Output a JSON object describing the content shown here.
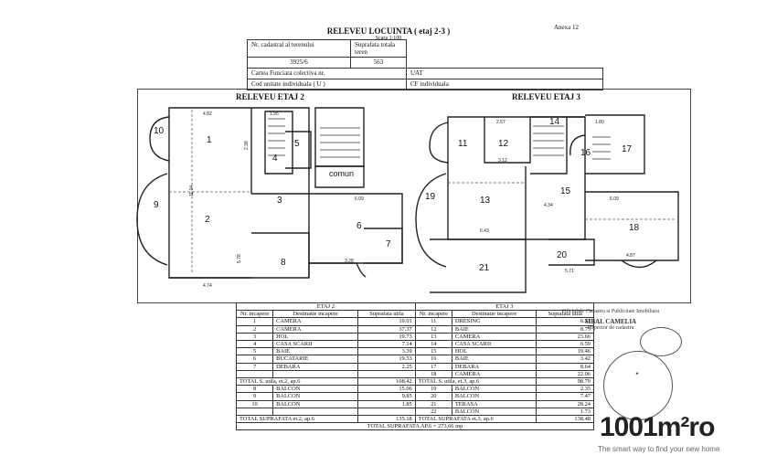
{
  "header": {
    "title": "RELEVEU LOCUINTA ( etaj 2-3 )",
    "scale": "Scara 1:100",
    "annex": "Anexa 12"
  },
  "info_table": {
    "nr_cadastral_label": "Nr. cadastral al terenului",
    "nr_cadastral_value": "3925/6",
    "suprafata_label": "Suprafata totala teren",
    "suprafata_value": "563",
    "carte_funciara_label": "Cartea Funciara colectiva nr.",
    "uat_label": "UAT",
    "cod_unitate_label": "Cod unitate individuala ( U )",
    "cf_label": "CF individuala"
  },
  "plans": {
    "etaj2_title": "RELEVEU ETAJ 2",
    "etaj3_title": "RELEVEU ETAJ 3",
    "comun_label": "comun",
    "etaj2_rooms": [
      "1",
      "2",
      "3",
      "4",
      "5",
      "6",
      "7",
      "8",
      "9",
      "10"
    ],
    "etaj3_rooms": [
      "11",
      "12",
      "13",
      "14",
      "15",
      "16",
      "17",
      "18",
      "19",
      "20",
      "21"
    ],
    "dimensions": [
      "4.82",
      "11.04",
      "5.78",
      "6.09",
      "4.74",
      "2.57",
      "3.12",
      "6.43",
      "4.34",
      "5.09",
      "4.87",
      "5.71",
      "1.95",
      "2.38",
      "3.28",
      "1.80"
    ]
  },
  "rooms_table": {
    "etaj2_header": "ETAJ 2",
    "etaj3_header": "ETAJ 3",
    "col_nr": "Nr. incapere",
    "col_destinatie": "Destinatie incapere",
    "col_suprafata": "Suprafata utila",
    "rows": [
      {
        "nr2": "1",
        "dest2": "CAMERA",
        "sup2": "19.01",
        "nr3": "11",
        "dest3": "DRESING",
        "sup3": "6.21"
      },
      {
        "nr2": "2",
        "dest2": "CAMERA",
        "sup2": "37.37",
        "nr3": "12",
        "dest3": "BAIE",
        "sup3": "8.75"
      },
      {
        "nr2": "3",
        "dest2": "HOL",
        "sup2": "19.73",
        "nr3": "13",
        "dest3": "CAMERA",
        "sup3": "23.66"
      },
      {
        "nr2": "4",
        "dest2": "CASA SCARII",
        "sup2": "7.14",
        "nr3": "14",
        "dest3": "CASA SCARII",
        "sup3": "6.59"
      },
      {
        "nr2": "5",
        "dest2": "BAIE",
        "sup2": "3.39",
        "nr3": "15",
        "dest3": "HOL",
        "sup3": "19.46"
      },
      {
        "nr2": "6",
        "dest2": "BUCATARIE",
        "sup2": "19.53",
        "nr3": "16",
        "dest3": "BAIE",
        "sup3": "3.42"
      },
      {
        "nr2": "7",
        "dest2": "DEBARA",
        "sup2": "2.25",
        "nr3": "17",
        "dest3": "DEBARA",
        "sup3": "8.64"
      },
      {
        "nr2": "",
        "dest2": "",
        "sup2": "",
        "nr3": "18",
        "dest3": "CAMERA",
        "sup3": "22.06"
      }
    ],
    "total_util_2_label": "TOTAL S. utila, et.2, ap.6",
    "total_util_2_value": "108.42",
    "total_util_3_label": "TOTAL S. utila, et.3, ap.6",
    "total_util_3_value": "98.79",
    "balcony_rows": [
      {
        "nr2": "8",
        "dest2": "BALCON",
        "sup2": "15.06",
        "nr3": "19",
        "dest3": "BALCON",
        "sup3": "2.35"
      },
      {
        "nr2": "9",
        "dest2": "BALCON",
        "sup2": "9.85",
        "nr3": "20",
        "dest3": "BALCON",
        "sup3": "7.47"
      },
      {
        "nr2": "10",
        "dest2": "BALCON",
        "sup2": "1.85",
        "nr3": "21",
        "dest3": "TERASA",
        "sup3": "28.24"
      },
      {
        "nr2": "",
        "dest2": "",
        "sup2": "",
        "nr3": "22",
        "dest3": "BALCON",
        "sup3": "1.73"
      }
    ],
    "total_sup_2_label": "TOTAL SUPRAFATA et.2, ap.6",
    "total_sup_2_value": "135.18",
    "total_sup_3_label": "TOTAL SUPRAFATA et.3, ap.6",
    "total_sup_3_value": "138.48",
    "grand_total": "TOTAL SUPRAFATA AP.6 = 273,66 mp"
  },
  "stamp": {
    "line1": "Oficiul de Cadastru si Publicitate Imobiliara",
    "line2": "SIBAL CAMELIA",
    "line3": "Inspector de cadastru"
  },
  "brand": {
    "logo": "1001m²ro",
    "tagline": "The smart way to find your new home"
  }
}
